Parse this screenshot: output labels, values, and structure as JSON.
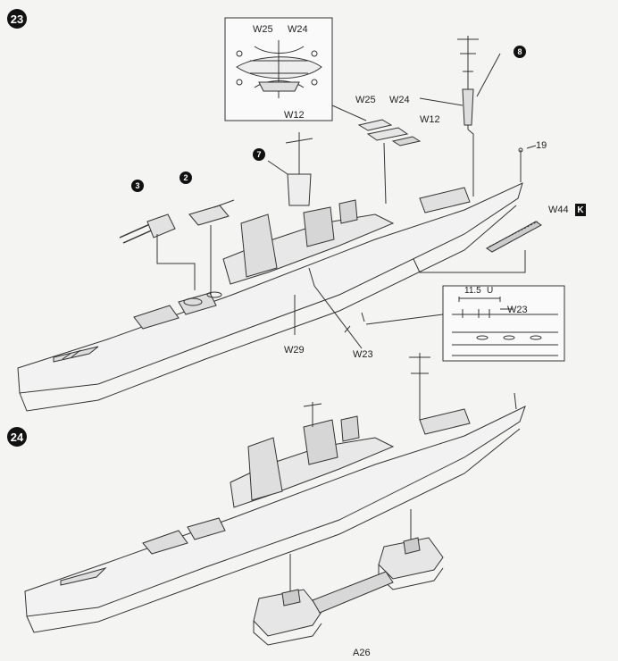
{
  "steps": {
    "s23": "23",
    "s24": "24"
  },
  "callouts": {
    "c3": "3",
    "c2": "2",
    "c7": "7",
    "c8": "8"
  },
  "parts": {
    "w25": "W25",
    "w24": "W24",
    "w12": "W12",
    "w44": "W44",
    "w29": "W29",
    "w23": "W23",
    "p19": "19",
    "a26": "A26"
  },
  "detail": {
    "dim": "11.5",
    "unit": "U"
  },
  "note_mark": "K"
}
